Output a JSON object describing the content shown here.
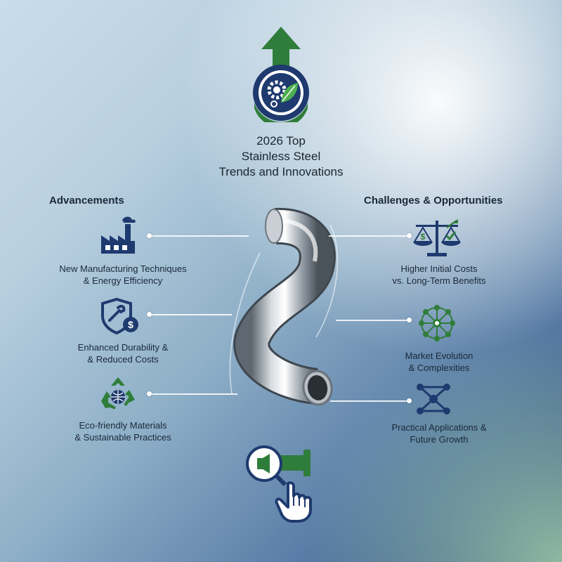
{
  "title": {
    "line1": "2026 Top",
    "line2": "Stainless Steel",
    "line3": "Trends and Innovations"
  },
  "left_section": {
    "heading": "Advancements",
    "items": [
      {
        "line1": "New Manufacturing Techniques",
        "line2": "& Energy Efficiency",
        "icon": "factory-icon"
      },
      {
        "line1": "Enhanced Durability &",
        "line2": "& Reduced Costs",
        "icon": "shield-wrench-dollar-icon"
      },
      {
        "line1": "Eco-friendly Materials",
        "line2": "& Sustainable Practices",
        "icon": "recycle-globe-icon"
      }
    ]
  },
  "right_section": {
    "heading": "Challenges & Opportunities",
    "items": [
      {
        "line1": "Higher Initial Costs",
        "line2": "vs. Long-Term Benefits",
        "icon": "scale-icon"
      },
      {
        "line1": "Market Evolution",
        "line2": "& Complexities",
        "icon": "network-icon"
      },
      {
        "line1": "Practical Applications &",
        "line2": "Future Growth",
        "icon": "connection-nodes-icon"
      }
    ]
  },
  "colors": {
    "navy": "#1e3a6e",
    "green": "#2f7d3a",
    "text": "#1a2838"
  }
}
